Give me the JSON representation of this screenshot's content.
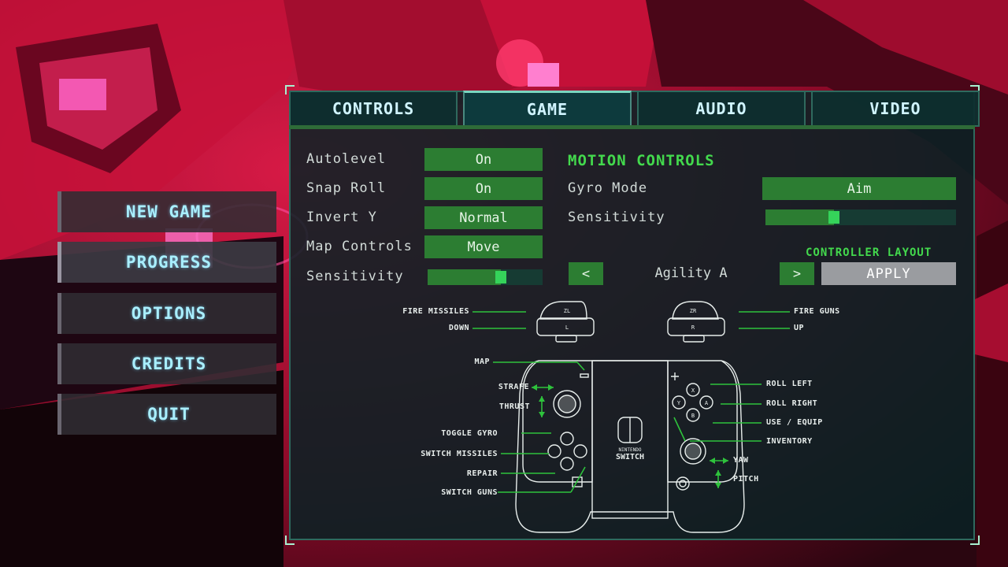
{
  "main_menu": [
    {
      "label": "NEW GAME"
    },
    {
      "label": "PROGRESS"
    },
    {
      "label": "OPTIONS"
    },
    {
      "label": "CREDITS"
    },
    {
      "label": "QUIT"
    }
  ],
  "tabs": [
    {
      "label": "CONTROLS",
      "active": false
    },
    {
      "label": "GAME",
      "active": true
    },
    {
      "label": "AUDIO",
      "active": false
    },
    {
      "label": "VIDEO",
      "active": false
    }
  ],
  "settings": {
    "autolevel": {
      "label": "Autolevel",
      "value": "On"
    },
    "snap_roll": {
      "label": "Snap Roll",
      "value": "On"
    },
    "invert_y": {
      "label": "Invert Y",
      "value": "Normal"
    },
    "map_controls": {
      "label": "Map Controls",
      "value": "Move"
    },
    "sensitivity": {
      "label": "Sensitivity",
      "level": 0.65
    }
  },
  "motion_controls": {
    "heading": "MOTION CONTROLS",
    "gyro_mode": {
      "label": "Gyro Mode",
      "value": "Aim"
    },
    "sensitivity": {
      "label": "Sensitivity",
      "level": 0.35
    }
  },
  "controller_layout": {
    "heading": "CONTROLLER LAYOUT",
    "prev": "<",
    "next": ">",
    "current": "Agility A",
    "apply": "APPLY"
  },
  "controller_labels": {
    "fire_missiles": "FIRE MISSILES",
    "down": "DOWN",
    "map": "MAP",
    "strafe": "STRAFE",
    "thrust": "THRUST",
    "toggle_gyro": "TOGGLE GYRO",
    "switch_missiles": "SWITCH MISSILES",
    "repair": "REPAIR",
    "switch_guns": "SWITCH GUNS",
    "fire_guns": "FIRE GUNS",
    "up": "UP",
    "roll_left": "ROLL LEFT",
    "roll_right": "ROLL RIGHT",
    "use_equip": "USE / EQUIP",
    "inventory": "INVENTORY",
    "yaw": "YAW",
    "pitch": "PITCH"
  },
  "controller_face": {
    "zl": "ZL",
    "l": "L",
    "zr": "ZR",
    "r": "R",
    "x": "X",
    "y": "Y",
    "a": "A",
    "b": "B",
    "logo_line1": "NINTENDO",
    "logo_line2": "SWITCH"
  },
  "colors": {
    "accent_green": "#43d94d",
    "value_green": "#2c7d32",
    "menu_text": "#a9efff",
    "background_red": "#d3103a"
  }
}
